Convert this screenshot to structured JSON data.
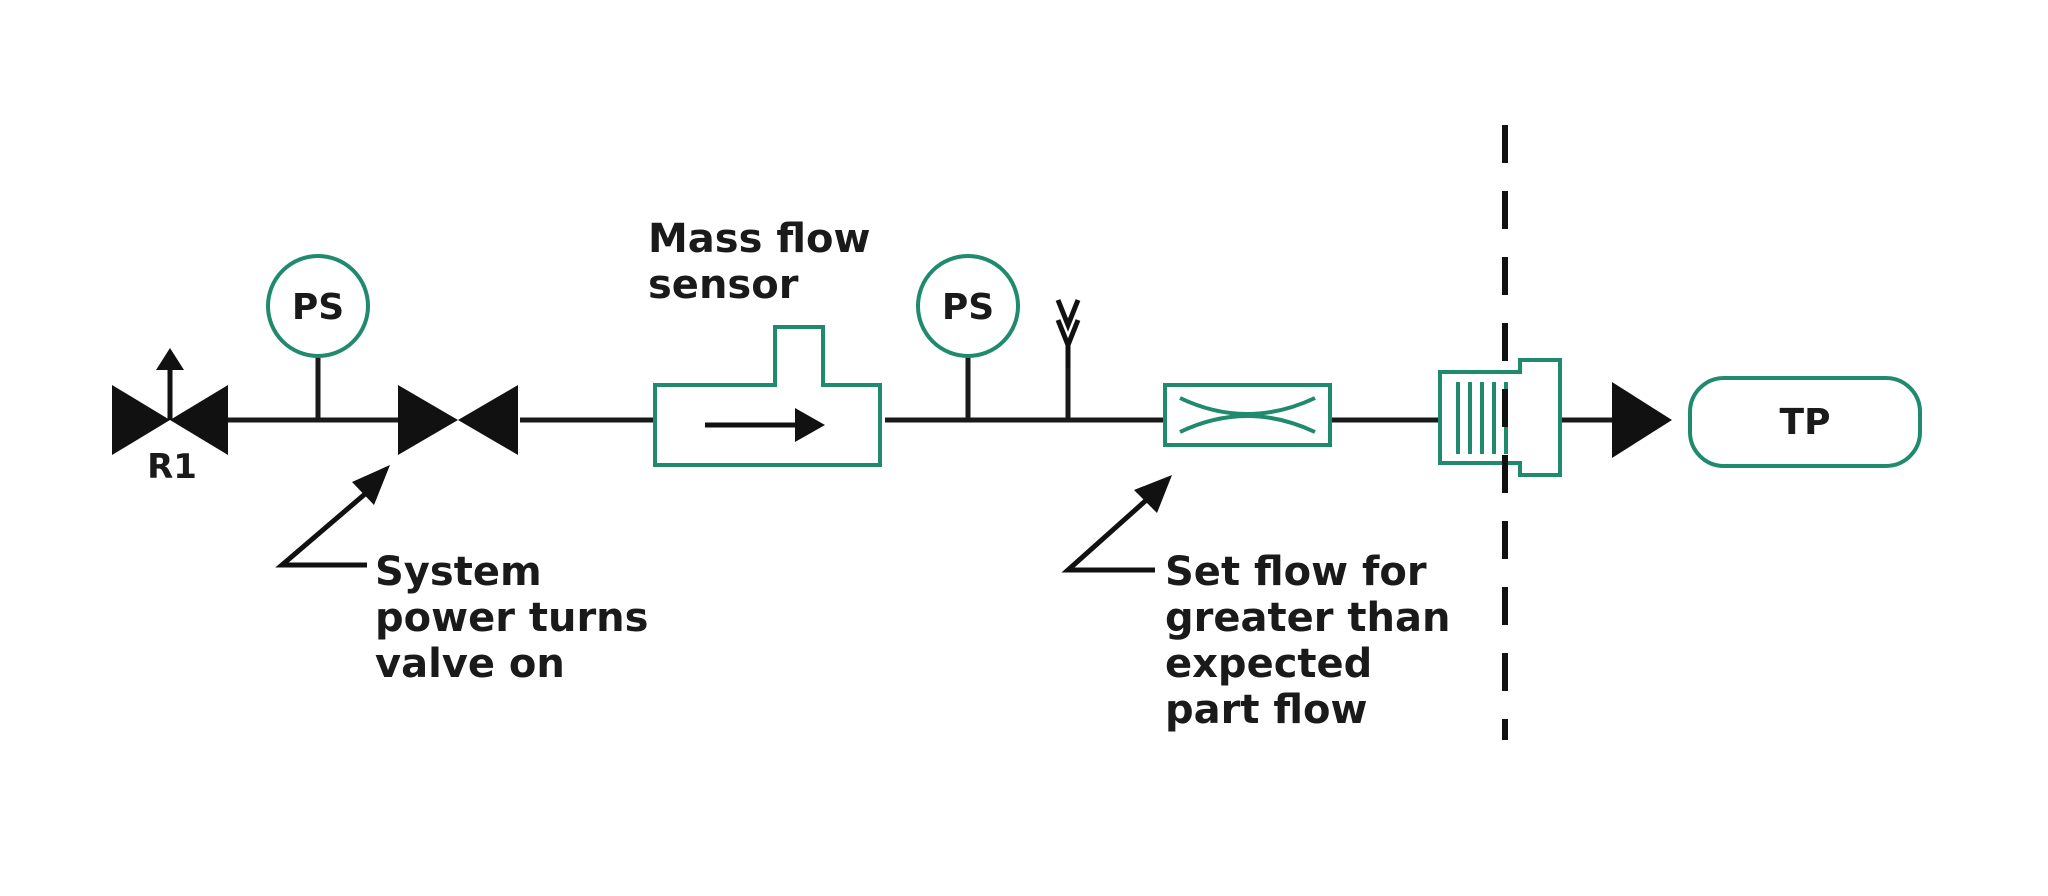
{
  "diagram": {
    "regulator_label": "R1",
    "pressure_sensor_1_label": "PS",
    "pressure_sensor_2_label": "PS",
    "mass_flow_sensor_label": [
      "Mass flow",
      "sensor"
    ],
    "test_part_label": "TP",
    "valve_note": [
      "System",
      "power turns",
      "valve on"
    ],
    "restrictor_note": [
      "Set flow for",
      "greater than",
      "expected",
      "part flow"
    ],
    "colors": {
      "line": "#1a1a1a",
      "component_outline": "#1f8a6e",
      "background": "#ffffff"
    }
  }
}
